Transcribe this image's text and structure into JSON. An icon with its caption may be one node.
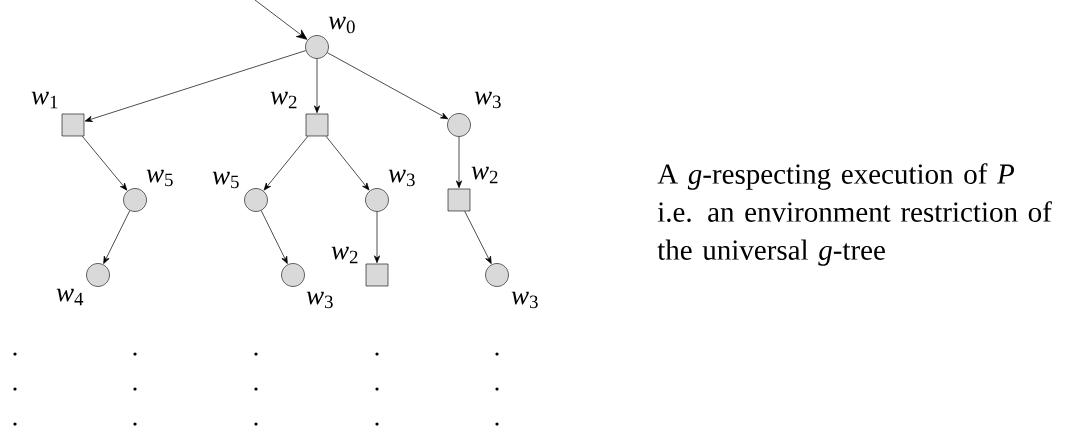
{
  "diagram": {
    "nodes": [
      {
        "text": [],
        "shape": "circle",
        "beside": [
          "*w*$_{0}$"
        ]
      },
      {
        "text": [],
        "shape": "box",
        "beside": [
          "*w*$_{1}$"
        ]
      },
      {
        "text": [],
        "shape": "box",
        "beside": [
          "*w*$_{2}$"
        ]
      },
      {
        "text": [],
        "shape": "circle",
        "beside": [
          "*w*$_{3}$"
        ]
      },
      {
        "text": [],
        "shape": "circle",
        "beside": [
          "*w*$_{5}$"
        ]
      },
      {
        "text": [],
        "shape": "circle",
        "beside": [
          "*w*$_{5}$"
        ]
      },
      {
        "text": [],
        "shape": "circle",
        "beside": [
          "*w*$_{3}$"
        ]
      },
      {
        "text": [],
        "shape": "box",
        "beside": [
          "*w*$_{2}$"
        ]
      },
      {
        "text": [],
        "shape": "circle",
        "beside": [
          "*w*$_{4}$"
        ]
      },
      {
        "text": [],
        "shape": "circle",
        "beside": [
          "*w*$_{3}$"
        ]
      },
      {
        "text": [],
        "shape": "box",
        "beside": [
          "*w*$_{2}$"
        ]
      },
      {
        "text": [],
        "shape": "circle",
        "beside": [
          "*w*$_{3}$"
        ]
      }
    ],
    "edges": [
      {
        "from": null,
        "to": 0,
        "arrow": "to"
      },
      {
        "from": 0,
        "to": 1,
        "arrow": "to"
      },
      {
        "from": 0,
        "to": 2,
        "arrow": "to"
      },
      {
        "from": 0,
        "to": 3,
        "arrow": "to"
      },
      {
        "from": 1,
        "to": 4,
        "arrow": "to"
      },
      {
        "from": 2,
        "to": 5,
        "arrow": "to"
      },
      {
        "from": 2,
        "to": 6,
        "arrow": "to"
      },
      {
        "from": 3,
        "to": 7,
        "arrow": "to"
      },
      {
        "from": 4,
        "to": 8,
        "arrow": "to"
      },
      {
        "from": 5,
        "to": 9,
        "arrow": "to"
      },
      {
        "from": 6,
        "to": 10,
        "arrow": "to"
      },
      {
        "from": 7,
        "to": 11,
        "arrow": "to"
      }
    ],
    "labels": [
      "A *g*-respecting execution of *P* i.e. an environment restriction of the universal *g*-tree"
    ]
  }
}
